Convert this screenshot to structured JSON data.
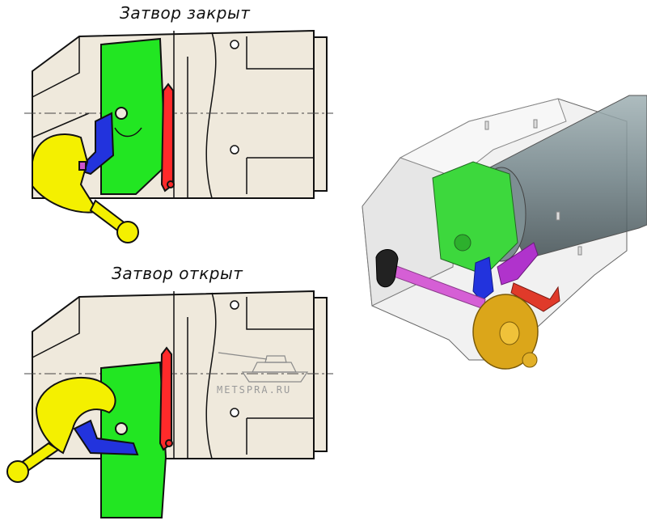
{
  "captions": {
    "closed": "Затвор закрыт",
    "open": "Затвор открыт"
  },
  "watermark": "METSPRA.RU",
  "colors": {
    "housing": "#efe9dc",
    "wedge": "#22e622",
    "cam": "#f4f000",
    "lever": "#2233dd",
    "catch": "#ff2a2a",
    "barrel": "#6f8186",
    "crank": "#d9a61c",
    "axle": "#cc55cc"
  }
}
